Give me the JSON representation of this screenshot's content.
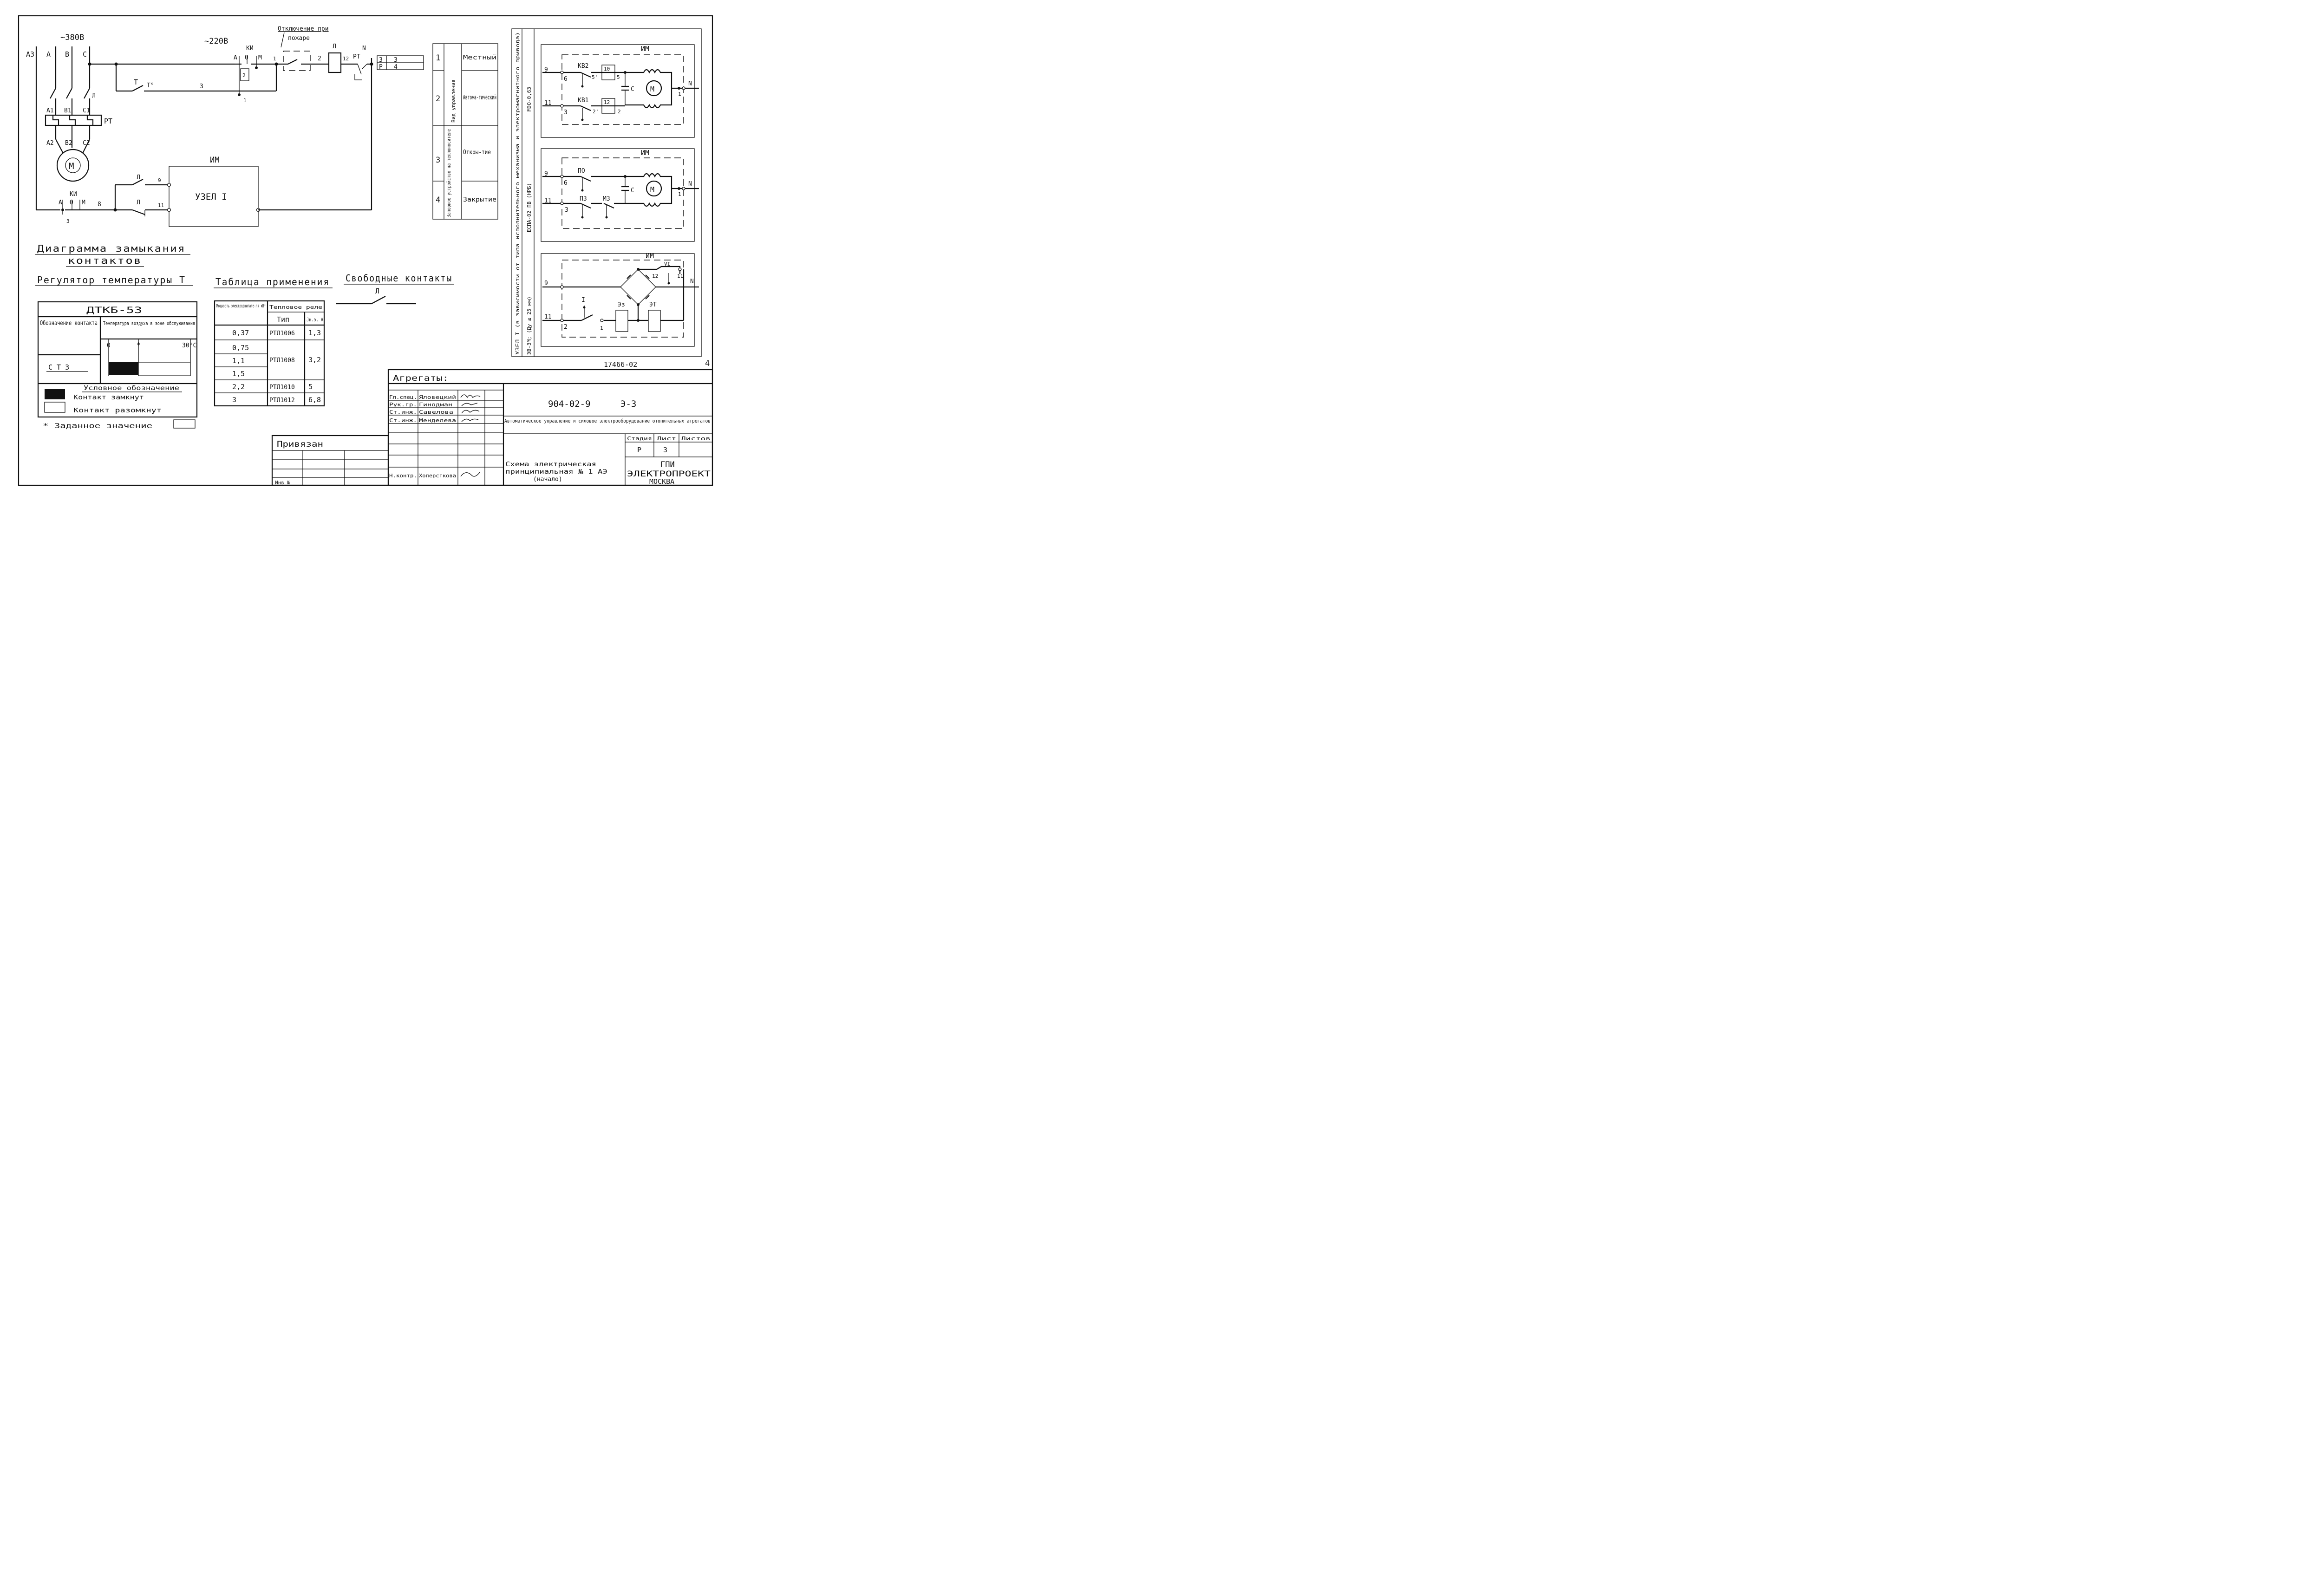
{
  "power": {
    "v380": "~380В",
    "v220": "~220В",
    "phases": [
      "А3",
      "А",
      "В",
      "С"
    ]
  },
  "fire_cutoff": {
    "line1": "Отключение при",
    "line2": "пожаре"
  },
  "circuit": {
    "ki": "КИ",
    "a": "А",
    "o": "О",
    "m": "М",
    "l": "Л",
    "rt": "РТ",
    "n": "N",
    "t": "Т",
    "t_deg": "Т°",
    "im": "ИМ",
    "uzel": "УЗЕЛ I",
    "motor": "М",
    "phase_top": [
      "А1",
      "В1",
      "С1"
    ],
    "phase_bot": [
      "А2",
      "В2",
      "С2"
    ],
    "wires": {
      "w1": "1",
      "w2": "2",
      "w3": "3",
      "w8": "8",
      "w9": "9",
      "w11": "11",
      "w12": "12"
    }
  },
  "small_table": {
    "rows": [
      [
        "З",
        "3"
      ],
      [
        "Р",
        "4"
      ]
    ]
  },
  "legend_table": {
    "numbers": [
      "1",
      "2",
      "3",
      "4"
    ],
    "group1": "Вид управления",
    "group2": "Запорное устройство на теплоносителе",
    "values": [
      "Местный",
      "Автома-тический",
      "Откры-тие",
      "Закрытие"
    ]
  },
  "node_panel": {
    "vlabel1": "УЗЕЛ I (в зависимости от типа исполнительного механизма и электромагнитного привода)",
    "vlabel2a": "ЭВ-3М; (Ду ≤ 25 мм)",
    "vlabel2b": "ЕСПА-02 ПВ (НРБ)",
    "vlabel2c": "МЭО-0,63",
    "im": "ИМ",
    "d1": {
      "kv2": "КВ2",
      "kv1": "КВ1",
      "c": "С",
      "m": "М",
      "n": "N",
      "nums": [
        "9",
        "6",
        "5'",
        "10",
        "5",
        "11",
        "3",
        "2'",
        "12",
        "2",
        "1"
      ]
    },
    "d2": {
      "po": "ПО",
      "pz": "ПЗ",
      "mz": "МЗ",
      "c": "С",
      "m": "М",
      "n": "N",
      "nums": [
        "9",
        "6",
        "11",
        "3",
        "1"
      ]
    },
    "d3": {
      "vi": "VI",
      "i": "I",
      "ez": "Эз",
      "et": "ЭТ",
      "n": "N",
      "nums": [
        "9",
        "12",
        "11",
        "11",
        "2",
        "1"
      ]
    },
    "doc_no": "17466-02",
    "page_no": "4"
  },
  "contact_diagram": {
    "title1": "Диаграмма замыкания",
    "title2": "контактов",
    "subtitle": "Регулятор температуры Т",
    "device": "ДТКБ-53",
    "col1": "Обозначение контакта",
    "col2": "Температура воздуха в зоне обслуживания",
    "scale_min": "0",
    "scale_set": "*",
    "scale_max": "30°С",
    "contact_label": "С Т 3",
    "legend_title": "Условное обозначение",
    "closed": "Контакт замкнут",
    "open": "Контакт разомкнут",
    "setpoint_note": "* Заданное значение"
  },
  "application_table": {
    "title": "Таблица применения",
    "h_power": "Мощность электродвигате-ля кВт",
    "h_relay": "Тепловое реле",
    "h_type": "Тип",
    "h_current": "Jн.э. А",
    "rows": [
      [
        "0,37",
        "РТЛ1006",
        "1,3"
      ],
      [
        "0,75",
        "",
        ""
      ],
      [
        "1,1",
        "РТЛ1008",
        "3,2"
      ],
      [
        "1,5",
        "",
        ""
      ],
      [
        "2,2",
        "РТЛ1010",
        "5"
      ],
      [
        "3",
        "РТЛ1012",
        "6,8"
      ]
    ]
  },
  "free_contacts": {
    "title": "Свободные контакты",
    "label": "Л"
  },
  "title_block": {
    "aggregates": "Агрегаты:",
    "roles": [
      "Гл.спец.",
      "Рук.гр.",
      "Ст.инж.",
      "Ст.инж."
    ],
    "names": [
      "Яловецкий",
      "Гинодман",
      "Савелова",
      "Менделева"
    ],
    "n_contr_role": "Н.контр.",
    "n_contr_name": "Хоперсткова",
    "project_no": "904-02-9",
    "sheet_code": "Э-3",
    "description": "Автоматическое управление и силовое электрооборудование отопительных агрегатов",
    "stage_h": "Стадия",
    "sheet_h": "Лист",
    "sheets_h": "Листов",
    "stage": "Р",
    "sheet": "3",
    "drawing_title1": "Схема электрическая",
    "drawing_title2": "принципиальная № 1 АЭ",
    "drawing_title3": "(начало)",
    "org1": "ГПИ",
    "org2": "ЭЛЕКТРОПРОЕКТ",
    "org3": "МОСКВА",
    "bound": "Привязан",
    "inv": "Инв №"
  }
}
